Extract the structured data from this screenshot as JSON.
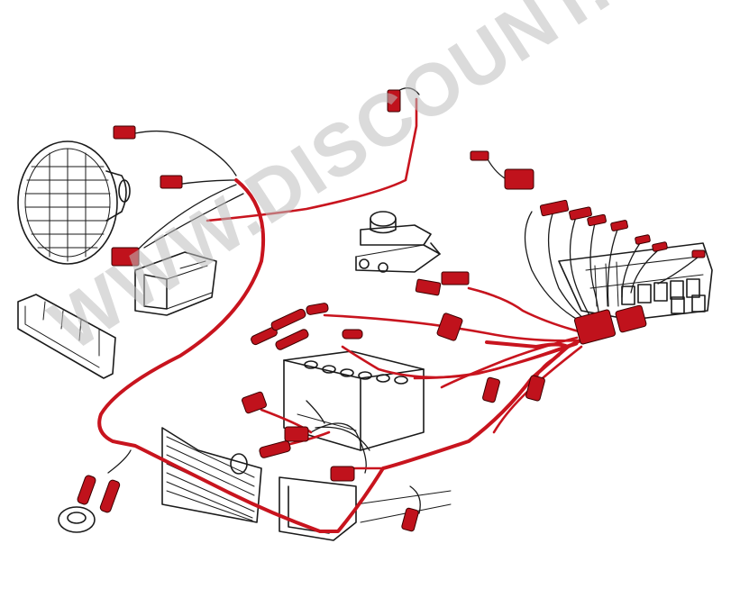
{
  "watermark": {
    "text": "WWW.DISCOUNT.NET"
  },
  "colors": {
    "harness": "#c8141e",
    "plug": "#c0121c",
    "ink": "#1a1a1a",
    "watermark": "#bebebe"
  },
  "components": [
    "headlight",
    "turn-signal-lamp",
    "brake-master-cylinder",
    "battery",
    "fuse-box",
    "radiator",
    "grommet",
    "main-wiring-harness"
  ]
}
